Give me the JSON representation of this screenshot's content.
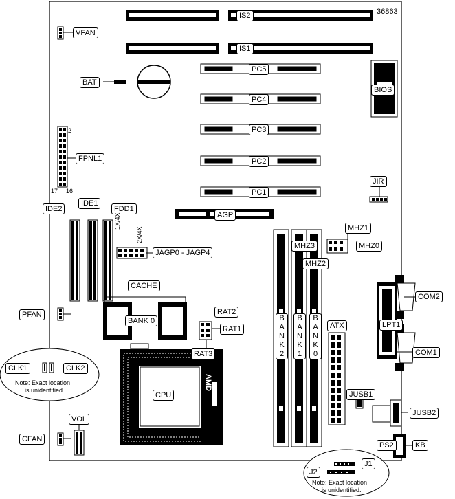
{
  "diagram_id": "36863",
  "labels": {
    "is2": "IS2",
    "is1": "IS1",
    "vfan": "VFAN",
    "bat": "BAT",
    "bios": "BIOS",
    "pc5": "PC5",
    "pc4": "PC4",
    "pc3": "PC3",
    "pc2": "PC2",
    "pc1": "PC1",
    "fpnl1": "FPNL1",
    "fpnl_pin2": "2",
    "fpnl_pin17": "17",
    "fpnl_pin16": "16",
    "jir": "JIR",
    "agp": "AGP",
    "ide2": "IDE2",
    "ide1": "IDE1",
    "fdd1": "FDD1",
    "jagp": "JAGP0 - JAGP4",
    "agp_tiny_a": "1X/4X",
    "agp_tiny_b": "2X/4X",
    "mhz1": "MHZ1",
    "mhz3": "MHZ3",
    "mhz0": "MHZ0",
    "mhz2": "MHZ2",
    "cache": "CACHE",
    "bank0_cache": "BANK 0",
    "rat2": "RAT2",
    "rat1": "RAT1",
    "rat3": "RAT3",
    "pfan": "PFAN",
    "com2": "COM2",
    "lpt1": "LPT1",
    "com1": "COM1",
    "atx": "ATX",
    "bank2": "BANK2",
    "bank1": "BANK1",
    "bank0": "BANK0",
    "clk1": "CLK1",
    "clk2": "CLK2",
    "note_left": "Note: Exact location",
    "note_left2": "is unidentified.",
    "cpu": "CPU",
    "amd": "AMD",
    "jusb1": "JUSB1",
    "jusb2": "JUSB2",
    "vol": "VOL",
    "cfan": "CFAN",
    "ps2": "PS2",
    "kb": "KB",
    "j1": "J1",
    "j2": "J2",
    "note_right": "Note: Exact location",
    "note_right2": "is unidentified."
  }
}
